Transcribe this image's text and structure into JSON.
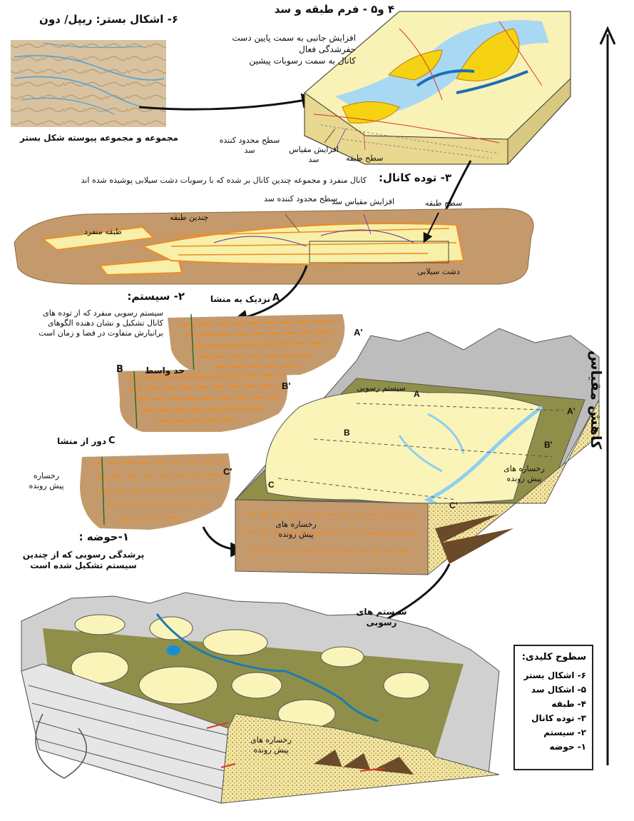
{
  "colors": {
    "sediment_brown": "#c49a6c",
    "sand_yellow": "#f7f0a8",
    "channel_blue": "#9dd3f0",
    "bedform_orange": "#f08a24",
    "floodplain_olive": "#8f8f4a",
    "grey_rock": "#bdbdbd",
    "surface_red": "#d9362b",
    "bar_yellow": "#f5d312"
  },
  "scale_axis": {
    "label": "کاهش مقیاس"
  },
  "level6": {
    "title": "۶- اشکال بستر: ریپل/ دون",
    "caption": "مجموعه و مجموعه پیوسته شکل بستر"
  },
  "level45": {
    "title": "۴ و۵ - فرم طبقه و سد",
    "desc_line1": "افزایش جانبی به سمت پایین دست",
    "desc_line2": "حفرشدگی فعال",
    "desc_line3": "کانال به سمت رسوبات پیشین",
    "bar_bounding_surface": "سطح محدود کننده\nسد",
    "bar_increment": "افزایش مقیاس\nسد",
    "bedset_surface": "سطح طبقه"
  },
  "level3": {
    "title": "۳- توده کانال:",
    "desc": "کانال منفرد و مجموعه چندین کانال بر شده که با رسوبات دشت سیلابی پوشیده شده اند",
    "bar_bounding_surface": "سطح محدود کننده سد",
    "bar_increment": "افزایش مقیاس سد",
    "bedset_surface": "سطح طبقه",
    "multistory": "چندین طبقه",
    "single_story": "طبقه منفرد",
    "floodplain": "دشت سیلابی"
  },
  "level2": {
    "title": "۲- سیستم:",
    "desc": "سیستم رسوبی منفرد که از توده های\nکانال تشکیل و نشان دهنده الگوهای\nبرانبارش متفاوت در فضا و زمان است",
    "proximal": "نزدیک به منشا",
    "medial": "حد واسط",
    "distal": "دور از منشا",
    "letter_a": "A",
    "letter_a_prime": "A'",
    "letter_b": "B",
    "letter_b_prime": "B'",
    "letter_c": "C",
    "letter_c_prime": "C'",
    "prograding_facies": "رخساره\nپیش رونده",
    "block_system": "سیستم رسوبی",
    "block_facies_side": "رخساره های\nپیش رونده",
    "block_facies_front": "رخساره های\nپیش رونده"
  },
  "level1": {
    "title": "۱-حوضه :",
    "desc": "پرشدگی رسوبی که از چندین\nسیستم تشکیل شده است",
    "sed_systems": "سیستم های\nرسوبی",
    "facies": "رخساره های\nپیش رونده"
  },
  "legend": {
    "title": "سطوح کلیدی:",
    "items": [
      "۶- اشکال بستر",
      "۵- اشکال سد",
      "۴- طبقه",
      "۳- توده کانال",
      "۲- سیستم",
      "۱- حوضه"
    ]
  }
}
